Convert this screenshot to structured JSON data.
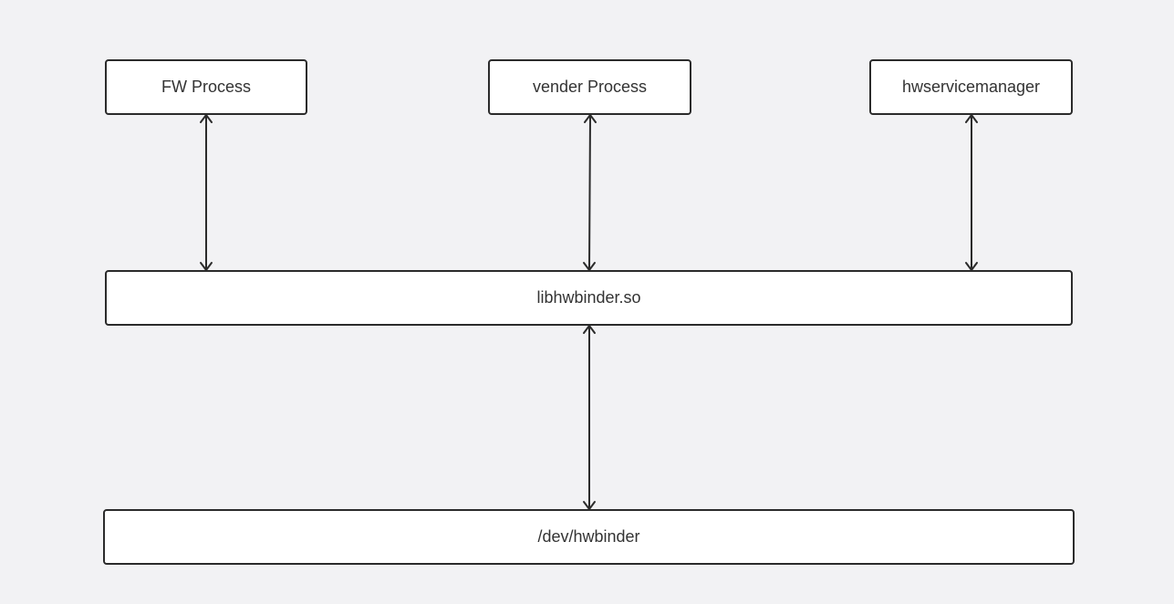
{
  "nodes": {
    "fw_process": "FW Process",
    "vender_process": "vender Process",
    "hwservicemanager": "hwservicemanager",
    "libhwbinder": "libhwbinder.so",
    "dev_hwbinder": "/dev/hwbinder"
  },
  "edges": [
    {
      "from": "fw_process",
      "to": "libhwbinder",
      "direction": "bidirectional"
    },
    {
      "from": "vender_process",
      "to": "libhwbinder",
      "direction": "bidirectional"
    },
    {
      "from": "hwservicemanager",
      "to": "libhwbinder",
      "direction": "bidirectional"
    },
    {
      "from": "libhwbinder",
      "to": "dev_hwbinder",
      "direction": "bidirectional"
    }
  ],
  "colors": {
    "background": "#f2f2f4",
    "node_fill": "#ffffff",
    "stroke": "#2b2b2b",
    "text": "#333333"
  }
}
